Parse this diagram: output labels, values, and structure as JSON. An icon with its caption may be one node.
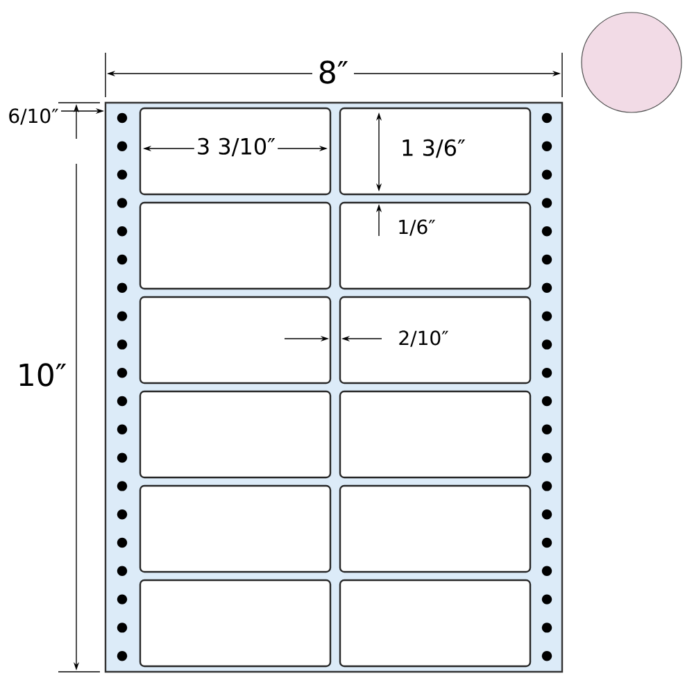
{
  "diagram": {
    "nodes": [
      {
        "text": [],
        "shape": "box"
      },
      {
        "text": [],
        "shape": "box",
        "in": 0
      },
      {
        "text": [],
        "shape": "box",
        "in": 0
      },
      {
        "text": [],
        "shape": "box",
        "in": 0
      },
      {
        "text": [],
        "shape": "box",
        "in": 0
      },
      {
        "text": [],
        "shape": "box",
        "in": 0
      },
      {
        "text": [],
        "shape": "box",
        "in": 0
      },
      {
        "text": [],
        "shape": "box",
        "in": 0
      },
      {
        "text": [],
        "shape": "box",
        "in": 0
      },
      {
        "text": [],
        "shape": "box",
        "in": 0
      },
      {
        "text": [],
        "shape": "box",
        "in": 0
      },
      {
        "text": [],
        "shape": "box",
        "in": 0
      },
      {
        "text": [],
        "shape": "box",
        "in": 0
      },
      {
        "text": [],
        "shape": "circle"
      }
    ],
    "labels": [
      "8″",
      "6/10″",
      "3 3/10″",
      "1 3/6″",
      "1/6″",
      "2/10″",
      "10″"
    ]
  }
}
